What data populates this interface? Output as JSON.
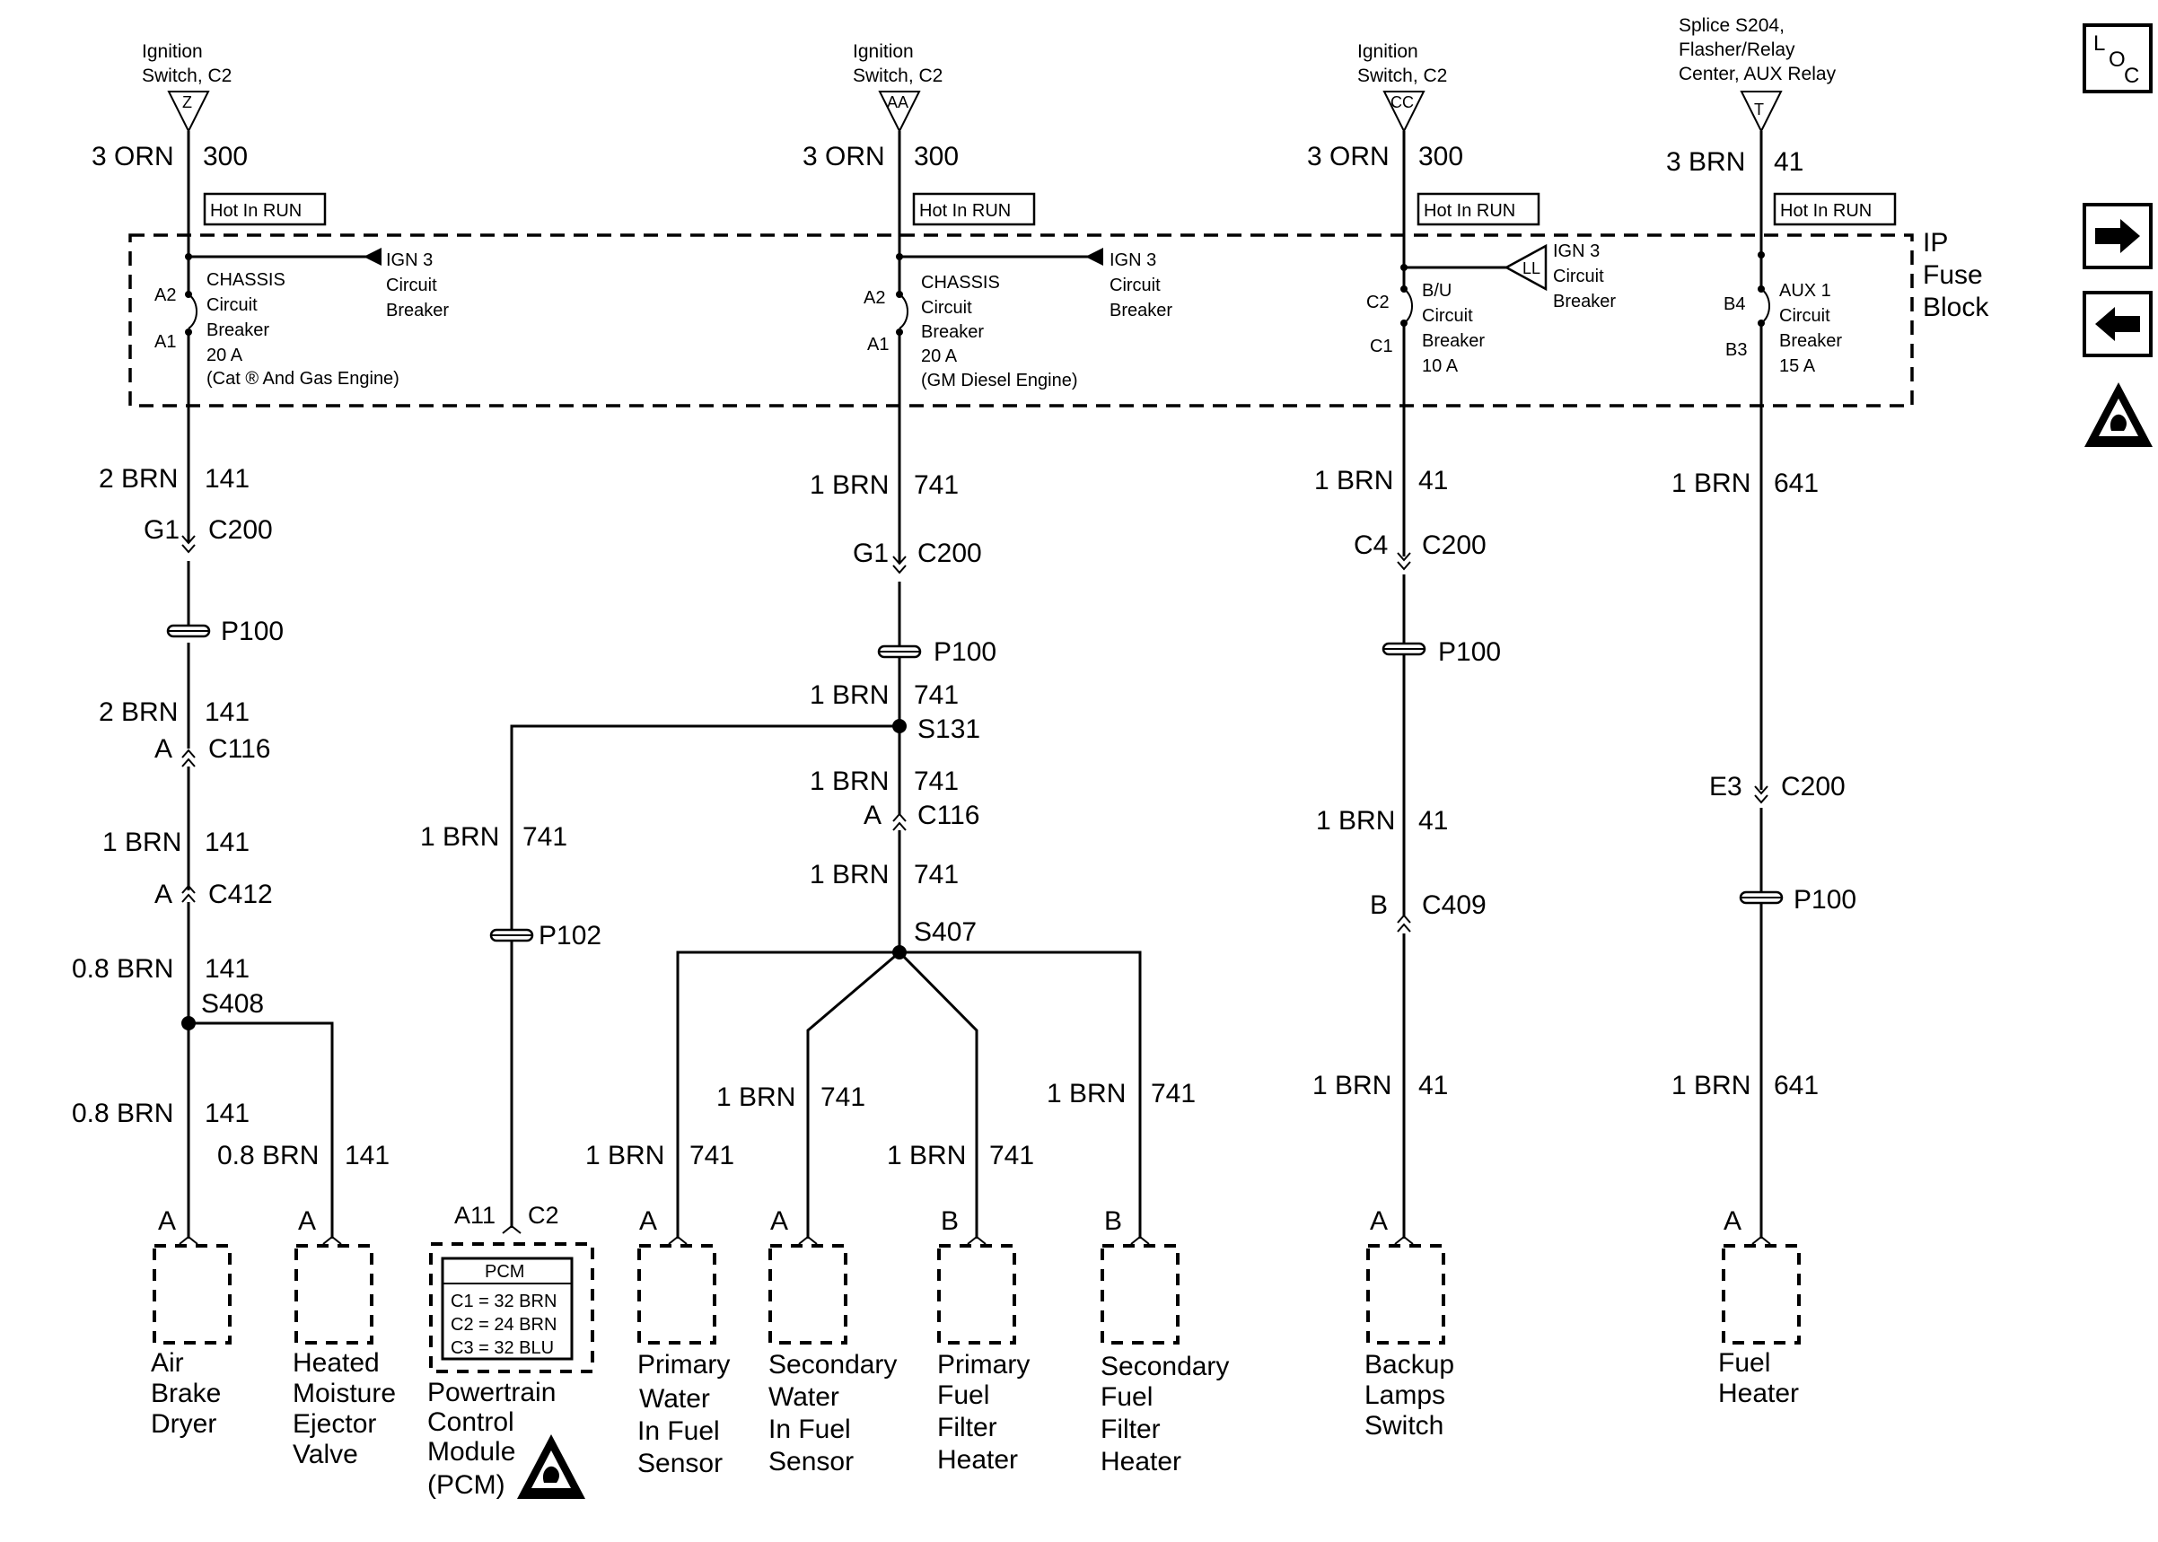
{
  "sources": [
    {
      "name": "Ignition",
      "name2": "Switch, C2",
      "pin": "Z"
    },
    {
      "name": "Ignition",
      "name2": "Switch, C2",
      "pin": "AA"
    },
    {
      "name": "Ignition",
      "name2": "Switch, C2",
      "pin": "CC"
    },
    {
      "name": "Splice S204,",
      "name2": "Flasher/Relay",
      "name3": "Center, AUX Relay",
      "pin": "T"
    }
  ],
  "top_wires": [
    {
      "gauge": "3 ORN",
      "circuit": "300"
    },
    {
      "gauge": "3 ORN",
      "circuit": "300"
    },
    {
      "gauge": "3 ORN",
      "circuit": "300"
    },
    {
      "gauge": "3 BRN",
      "circuit": "41"
    }
  ],
  "hot_label": "Hot In RUN",
  "fuse_block": {
    "line1": "IP",
    "line2": "Fuse",
    "line3": "Block"
  },
  "breakers": [
    {
      "pin_top": "A2",
      "pin_bottom": "A1",
      "lines": [
        "CHASSIS",
        "Circuit",
        "Breaker",
        "20 A",
        "(Cat ® And Gas Engine)"
      ],
      "feed": [
        "IGN 3",
        "Circuit",
        "Breaker"
      ]
    },
    {
      "pin_top": "A2",
      "pin_bottom": "A1",
      "lines": [
        "CHASSIS",
        "Circuit",
        "Breaker",
        "20 A",
        "(GM Diesel Engine)"
      ],
      "feed": [
        "IGN 3",
        "Circuit",
        "Breaker"
      ]
    },
    {
      "pin_top": "C2",
      "pin_bottom": "C1",
      "lines": [
        "B/U",
        "Circuit",
        "Breaker",
        "10 A"
      ],
      "feed": [
        "IGN 3",
        "Circuit",
        "Breaker"
      ],
      "feed_pin": "LL"
    },
    {
      "pin_top": "B4",
      "pin_bottom": "B3",
      "lines": [
        "AUX 1",
        "Circuit",
        "Breaker",
        "15 A"
      ]
    }
  ],
  "col1": {
    "w1": {
      "gauge": "2 BRN",
      "circuit": "141"
    },
    "conn1": {
      "pin": "G1",
      "name": "C200"
    },
    "pass": "P100",
    "w2": {
      "gauge": "2 BRN",
      "circuit": "141"
    },
    "conn2": {
      "pin": "A",
      "name": "C116"
    },
    "w3": {
      "gauge": "1 BRN",
      "circuit": "141"
    },
    "conn3": {
      "pin": "A",
      "name": "C412"
    },
    "w4": {
      "gauge": "0.8 BRN",
      "circuit": "141"
    },
    "splice": "S408",
    "w5": {
      "gauge": "0.8 BRN",
      "circuit": "141"
    },
    "w6": {
      "gauge": "0.8 BRN",
      "circuit": "141"
    }
  },
  "col2": {
    "w1": {
      "gauge": "1 BRN",
      "circuit": "741"
    },
    "conn1": {
      "pin": "G1",
      "name": "C200"
    },
    "pass": "P100",
    "w2": {
      "gauge": "1 BRN",
      "circuit": "741"
    },
    "splice1": "S131",
    "w3": {
      "gauge": "1 BRN",
      "circuit": "741"
    },
    "conn2": {
      "pin": "A",
      "name": "C116"
    },
    "w4": {
      "gauge": "1 BRN",
      "circuit": "741"
    },
    "splice2": "S407",
    "pcm_wire": {
      "gauge": "1 BRN",
      "circuit": "741"
    },
    "pcm_pass": "P102",
    "b1": {
      "gauge": "1 BRN",
      "circuit": "741"
    },
    "b2": {
      "gauge": "1 BRN",
      "circuit": "741"
    },
    "b3": {
      "gauge": "1 BRN",
      "circuit": "741"
    },
    "b4": {
      "gauge": "1 BRN",
      "circuit": "741"
    }
  },
  "col3": {
    "w1": {
      "gauge": "1 BRN",
      "circuit": "41"
    },
    "conn1": {
      "pin": "C4",
      "name": "C200"
    },
    "pass": "P100",
    "w2": {
      "gauge": "1 BRN",
      "circuit": "41"
    },
    "conn2": {
      "pin": "B",
      "name": "C409"
    },
    "w3": {
      "gauge": "1 BRN",
      "circuit": "41"
    }
  },
  "col4": {
    "w1": {
      "gauge": "1 BRN",
      "circuit": "641"
    },
    "conn1": {
      "pin": "E3",
      "name": "C200"
    },
    "pass": "P100",
    "w2": {
      "gauge": "1 BRN",
      "circuit": "641"
    }
  },
  "components": [
    {
      "pin": "A",
      "lines": [
        "Air",
        "Brake",
        "Dryer"
      ]
    },
    {
      "pin": "A",
      "lines": [
        "Heated",
        "Moisture",
        "Ejector",
        "Valve"
      ]
    },
    {
      "pin": "A11",
      "conn": "C2",
      "lines": [
        "Powertrain",
        "Control",
        "Module",
        "(PCM)"
      ]
    },
    {
      "pin": "A",
      "lines": [
        "Primary",
        "Water",
        "In Fuel",
        "Sensor"
      ]
    },
    {
      "pin": "A",
      "lines": [
        "Secondary",
        "Water",
        "In Fuel",
        "Sensor"
      ]
    },
    {
      "pin": "B",
      "lines": [
        "Primary",
        "Fuel",
        "Filter",
        "Heater"
      ]
    },
    {
      "pin": "B",
      "lines": [
        "Secondary",
        "Fuel",
        "Filter",
        "Heater"
      ]
    },
    {
      "pin": "A",
      "lines": [
        "Backup",
        "Lamps",
        "Switch"
      ]
    },
    {
      "pin": "A",
      "lines": [
        "Fuel",
        "Heater"
      ]
    }
  ],
  "pcm_table": {
    "title": "PCM",
    "rows": [
      "C1 = 32 BRN",
      "C2 = 24 BRN",
      "C3 = 32 BLU"
    ]
  },
  "side_icons": {
    "loc": [
      "L",
      "O",
      "C"
    ],
    "next": "arrow-right",
    "prev": "arrow-left",
    "esd": "esd-warning"
  }
}
